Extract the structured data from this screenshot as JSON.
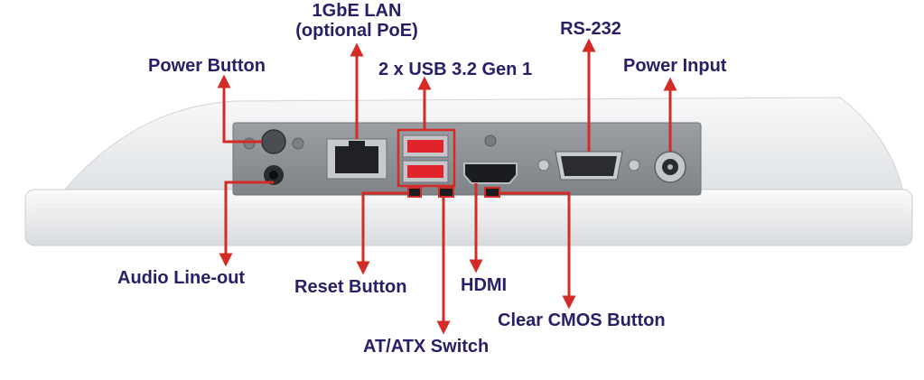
{
  "callouts": {
    "lan": [
      "1GbE LAN",
      "(optional PoE)"
    ],
    "rs232": "RS-232",
    "power_button": "Power Button",
    "usb": "2 x USB 3.2 Gen 1",
    "power_input": "Power Input",
    "audio": "Audio Line-out",
    "reset": "Reset Button",
    "hdmi": "HDMI",
    "cmos": "Clear CMOS Button",
    "atatx": "AT/ATX Switch"
  },
  "colors": {
    "label_text": "#262166",
    "leader_line": "#d32b25",
    "chassis": "#eef0f2",
    "io_panel": "#8d9296",
    "usb_port": "#e2232b"
  }
}
